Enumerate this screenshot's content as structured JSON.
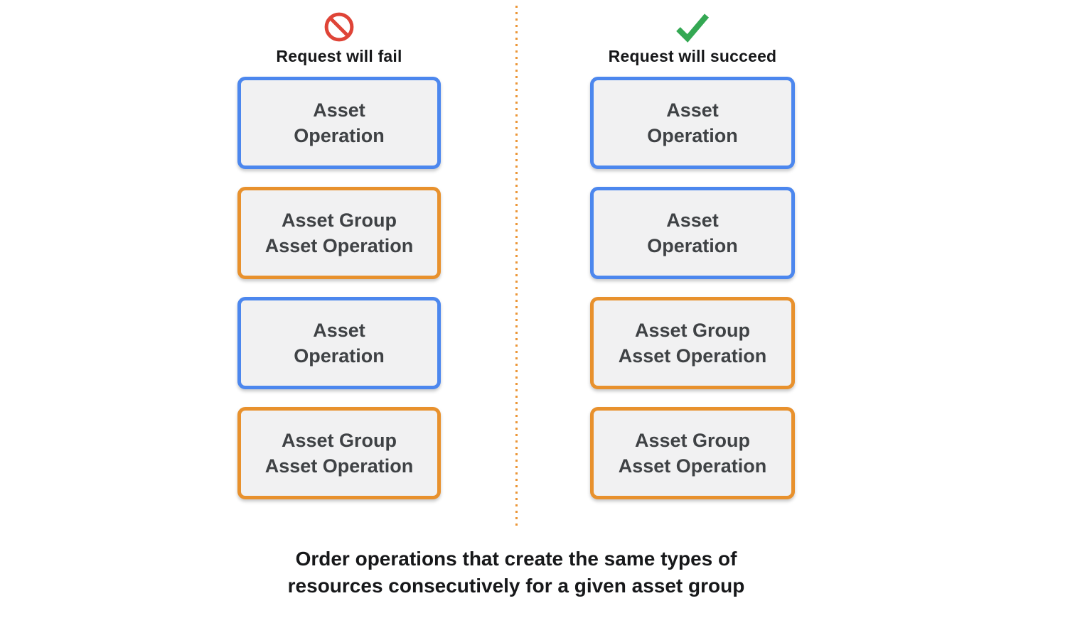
{
  "colors": {
    "blue-border": "#4c87ee",
    "orange-border": "#e8912d",
    "box-fill": "#f1f1f2",
    "box-text": "#3f4245",
    "heading-text": "#17181a",
    "fail-icon-red": "#df4437",
    "success-icon-green": "#34a853",
    "divider-orange": "#eb9637"
  },
  "columns": [
    {
      "id": "fail",
      "icon": "prohibition-icon",
      "heading": "Request will fail",
      "boxes": [
        {
          "style": "blue",
          "label": "Asset\nOperation"
        },
        {
          "style": "orange",
          "label": "Asset Group\nAsset Operation"
        },
        {
          "style": "blue",
          "label": "Asset\nOperation"
        },
        {
          "style": "orange",
          "label": "Asset Group\nAsset Operation"
        }
      ]
    },
    {
      "id": "succeed",
      "icon": "check-icon",
      "heading": "Request will succeed",
      "boxes": [
        {
          "style": "blue",
          "label": "Asset\nOperation"
        },
        {
          "style": "blue",
          "label": "Asset\nOperation"
        },
        {
          "style": "orange",
          "label": "Asset Group\nAsset Operation"
        },
        {
          "style": "orange",
          "label": "Asset Group\nAsset Operation"
        }
      ]
    }
  ],
  "divider": {
    "style": "dotted-vertical"
  },
  "caption": "Order operations that create the same types of\nresources consecutively for a given asset group"
}
